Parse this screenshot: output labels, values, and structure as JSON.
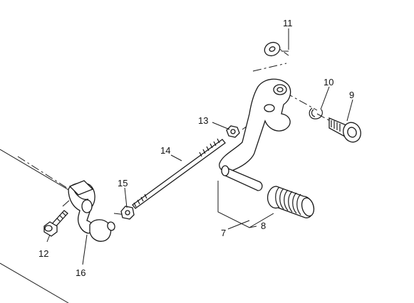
{
  "callouts": {
    "c7": "7",
    "c8": "8",
    "c9": "9",
    "c10": "10",
    "c11": "11",
    "c12": "12",
    "c13": "13",
    "c14": "14",
    "c15": "15",
    "c16": "16"
  }
}
